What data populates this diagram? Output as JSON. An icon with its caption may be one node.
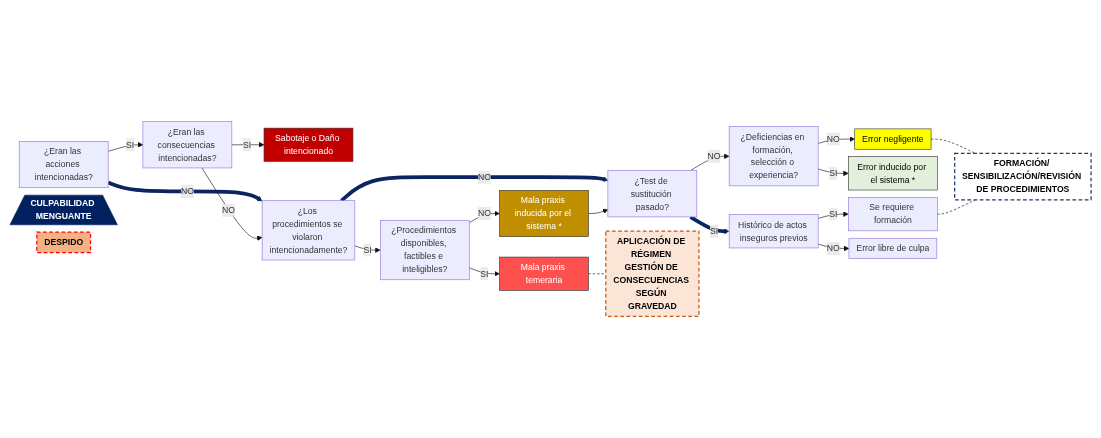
{
  "diagram": {
    "nodes": [
      {
        "text": [
          "¿Eran las acciones intencionadas?"
        ]
      },
      {
        "text": [
          "¿Eran las consecuencias intencionadas?"
        ]
      },
      {
        "text": [
          "Sabotaje o Daño intencionado"
        ]
      },
      {
        "text": [
          "¿Los procedimientos se violaron intencionadamente?"
        ]
      },
      {
        "text": [
          "¿Procedimientos disponibles, factibles e inteligibles?"
        ]
      },
      {
        "text": [
          "Mala praxis temeraria"
        ]
      },
      {
        "text": [
          "Mala praxis inducida por el sistema *"
        ]
      },
      {
        "text": [
          "¿Test de sustitución pasado?"
        ]
      },
      {
        "text": [
          "¿Deficiencias en formación, selección o experiencia?"
        ]
      },
      {
        "text": [
          "Error negligente"
        ]
      },
      {
        "text": [
          "Error inducido por el sistema *"
        ]
      },
      {
        "text": [
          "Histórico de actos inseguros previos"
        ]
      },
      {
        "text": [
          "Se requiere formación"
        ]
      },
      {
        "text": [
          "Error libre de culpa"
        ]
      },
      {
        "text": [
          "CULPABILIDAD MENGUANTE"
        ]
      },
      {
        "text": [
          "FORMACIÓN/ SENSIBILIZACIÓN/REVISIÓN DE PROCEDIMIENTOS"
        ]
      },
      {
        "text": [
          "DESPIDO"
        ]
      },
      {
        "text": [
          "APLICACIÓN DE RÉGIMEN GESTIÓN DE CONSECUENCIAS SEGÚN GRAVEDAD"
        ]
      }
    ],
    "edges": [
      {
        "from": 0,
        "to": 1,
        "arrow": "to",
        "label": "SI"
      },
      {
        "from": 0,
        "to": 3,
        "arrow": "to",
        "label": "NO",
        "style": "thick",
        "color": "#0a2561"
      },
      {
        "from": 1,
        "to": 3,
        "arrow": "to",
        "label": "NO"
      },
      {
        "from": 1,
        "to": 2,
        "arrow": "to",
        "label": "SI"
      },
      {
        "from": 3,
        "to": 4,
        "arrow": "to",
        "label": "SI"
      },
      {
        "from": 3,
        "to": 7,
        "arrow": "to",
        "label": "NO",
        "style": "thick",
        "color": "#0a2561"
      },
      {
        "from": 4,
        "to": 5,
        "arrow": "to",
        "label": "SI"
      },
      {
        "from": 4,
        "to": 6,
        "arrow": "to",
        "label": "NO"
      },
      {
        "from": 6,
        "to": 7,
        "arrow": "to"
      },
      {
        "from": 7,
        "to": 8,
        "arrow": "to",
        "label": "NO"
      },
      {
        "from": 7,
        "to": 11,
        "arrow": "to",
        "label": "SI",
        "style": "thick",
        "color": "#0a2561"
      },
      {
        "from": 8,
        "to": 9,
        "arrow": "to",
        "label": "NO"
      },
      {
        "from": 8,
        "to": 10,
        "arrow": "to",
        "label": "SI"
      },
      {
        "from": 11,
        "to": 12,
        "arrow": "to",
        "label": "SI"
      },
      {
        "from": 11,
        "to": 13,
        "arrow": "to",
        "label": "NO"
      },
      {
        "from": 5,
        "to": 17,
        "arrow": "none",
        "style": "dashed"
      },
      {
        "from": 9,
        "to": 15,
        "arrow": "none",
        "style": "dashed"
      },
      {
        "from": 12,
        "to": 15,
        "arrow": "none",
        "style": "dashed"
      }
    ]
  }
}
